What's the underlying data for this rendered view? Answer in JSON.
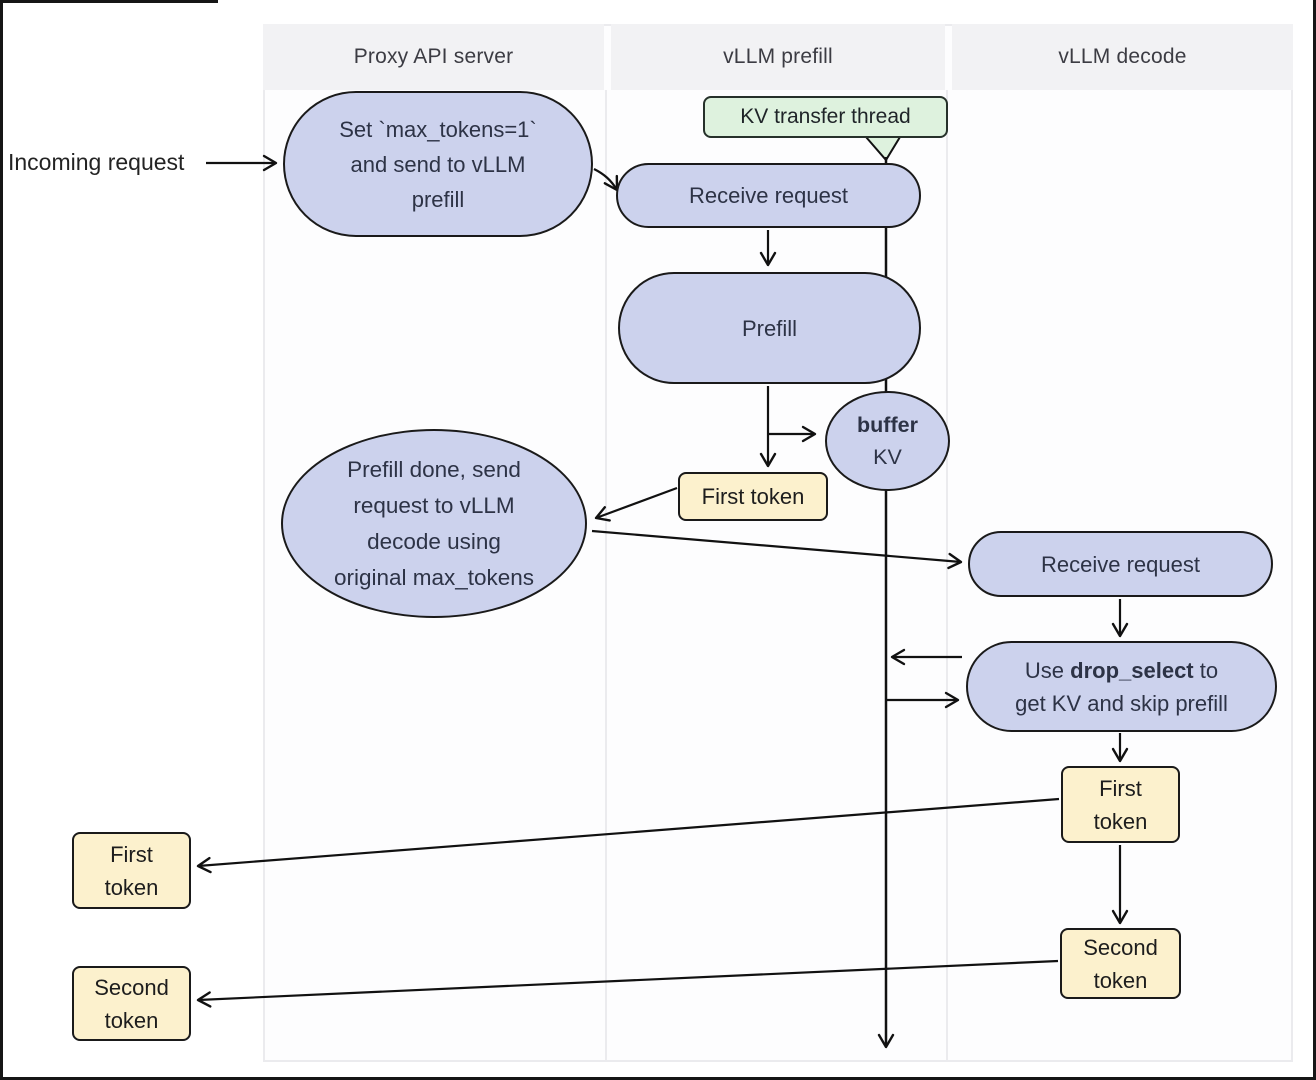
{
  "colors": {
    "node_fill": "#ccd2ed",
    "node_border": "#1a1a1a",
    "token_fill": "#fcf1cd",
    "thread_fill": "#def2de",
    "lane_header_bg": "#f2f2f4",
    "lane_border": "#ebebee",
    "arrow": "#111111",
    "node_text": "#2d3346"
  },
  "lanes": [
    {
      "label": "Proxy API server"
    },
    {
      "label": "vLLM prefill"
    },
    {
      "label": "vLLM decode"
    }
  ],
  "labels": {
    "incoming_request": "Incoming request"
  },
  "nodes": {
    "set_max_tokens": {
      "lines": [
        "Set `max_tokens=1`",
        "and send to vLLM",
        "prefill"
      ]
    },
    "kv_transfer_thread": {
      "label": "KV transfer thread"
    },
    "receive_request_prefill": {
      "label": "Receive request"
    },
    "prefill": {
      "label": "Prefill"
    },
    "buffer_kv": {
      "bold": "buffer",
      "plain": "KV"
    },
    "first_token_prefill": {
      "label": "First token"
    },
    "prefill_done": {
      "lines": [
        "Prefill done, send",
        "request to vLLM",
        "decode using",
        "original max_tokens"
      ]
    },
    "receive_request_decode": {
      "label": "Receive request"
    },
    "drop_select": {
      "pre": "Use ",
      "bold": "drop_select",
      "post": " to",
      "line2": "get KV and skip prefill"
    },
    "first_token_decode": {
      "lines": [
        "First",
        "token"
      ]
    },
    "second_token_decode": {
      "lines": [
        "Second",
        "token"
      ]
    },
    "first_token_out": {
      "lines": [
        "First",
        "token"
      ]
    },
    "second_token_out": {
      "lines": [
        "Second",
        "token"
      ]
    }
  }
}
